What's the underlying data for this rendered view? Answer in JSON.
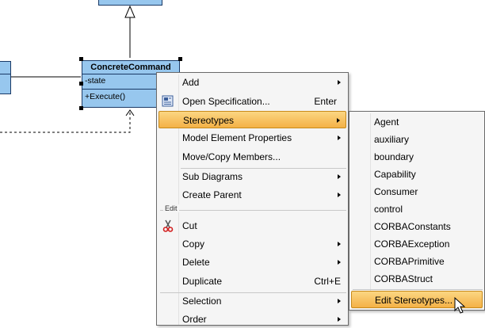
{
  "diagram": {
    "class_name": "ConcreteCommand",
    "attribute": "-state",
    "operation": "+Execute()",
    "box_fill": "#97c7ee"
  },
  "context_menu": {
    "group_edit_label": "Edit",
    "items": [
      {
        "label": "Add",
        "shortcut": ""
      },
      {
        "label": "Open Specification...",
        "shortcut": "Enter"
      },
      {
        "label": "Stereotypes",
        "shortcut": ""
      },
      {
        "label": "Model Element Properties",
        "shortcut": ""
      },
      {
        "label": "Move/Copy Members...",
        "shortcut": ""
      },
      {
        "label": "Sub Diagrams",
        "shortcut": ""
      },
      {
        "label": "Create Parent",
        "shortcut": ""
      },
      {
        "label": "Cut",
        "shortcut": ""
      },
      {
        "label": "Copy",
        "shortcut": ""
      },
      {
        "label": "Delete",
        "shortcut": ""
      },
      {
        "label": "Duplicate",
        "shortcut": "Ctrl+E"
      },
      {
        "label": "Selection",
        "shortcut": ""
      },
      {
        "label": "Order",
        "shortcut": ""
      }
    ]
  },
  "stereotypes_submenu": {
    "items": [
      "Agent",
      "auxiliary",
      "boundary",
      "Capability",
      "Consumer",
      "control",
      "CORBAConstants",
      "CORBAException",
      "CORBAPrimitive",
      "CORBAStruct",
      "Edit Stereotypes..."
    ]
  },
  "colors": {
    "highlight": "#f4b146",
    "menu_bg": "#f5f5f5"
  }
}
